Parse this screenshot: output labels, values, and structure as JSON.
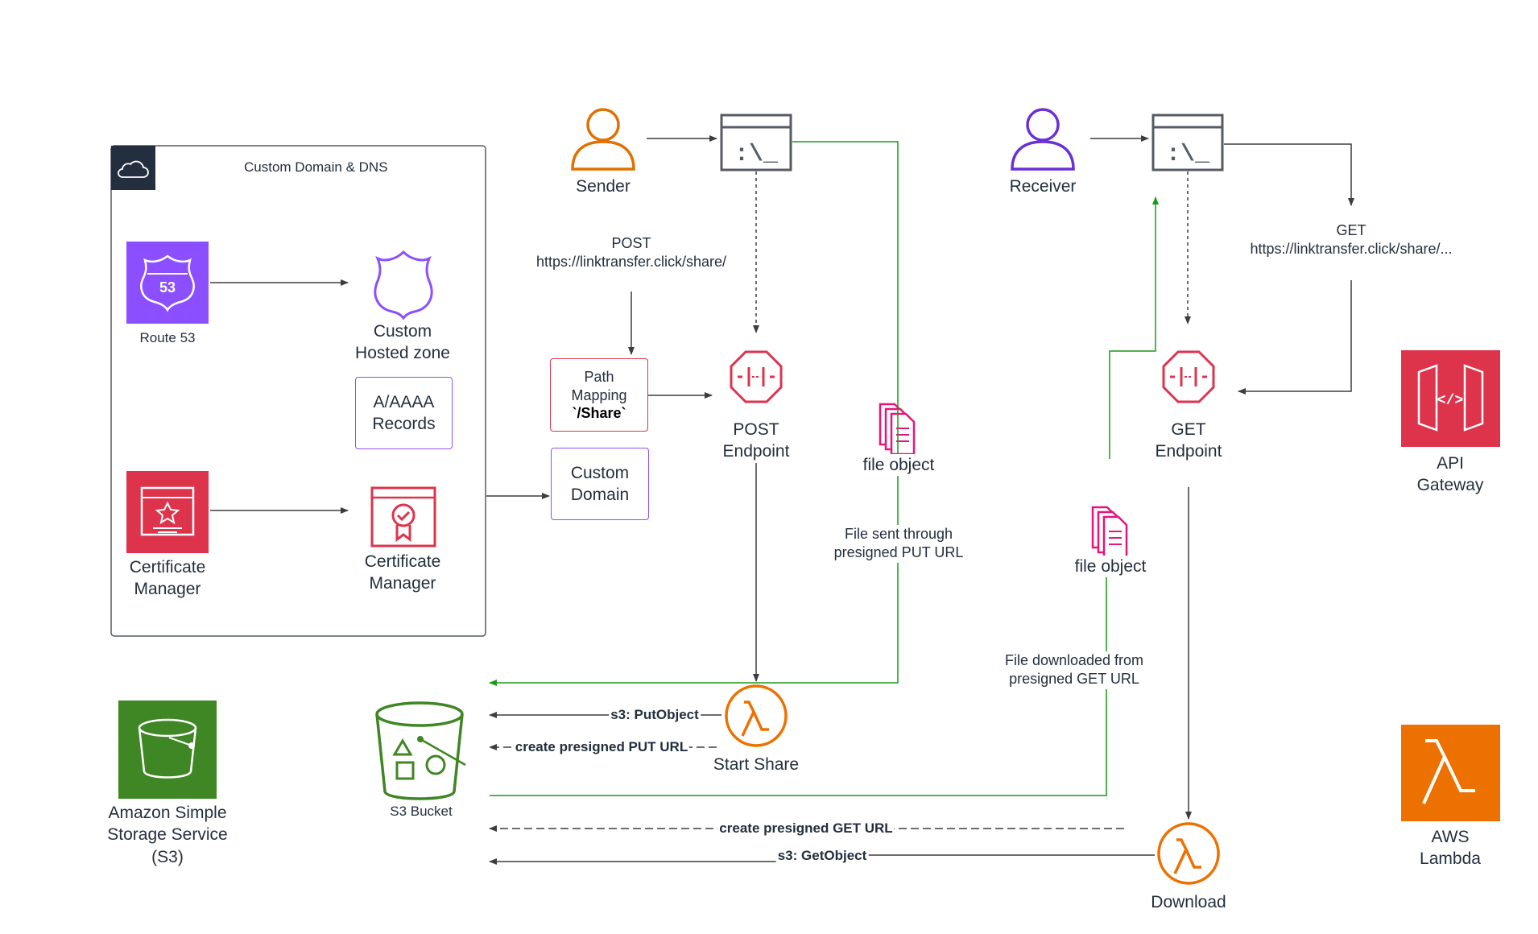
{
  "group": {
    "title": "Custom Domain & DNS"
  },
  "nodes": {
    "route53": "Route 53",
    "hosted_zone": "Custom\nHosted zone",
    "records": "A/AAAA\nRecords",
    "cert_mgr_service": "Certificate\nManager",
    "cert_mgr_resource": "Certificate\nManager",
    "custom_domain": "Custom\nDomain",
    "path_mapping_line1": "Path\nMapping",
    "path_mapping_line2": "`/Share`",
    "sender": "Sender",
    "receiver": "Receiver",
    "post_endpoint": "POST\nEndpoint",
    "get_endpoint": "GET\nEndpoint",
    "api_gateway": "API Gateway",
    "start_share": "Start Share",
    "download": "Download",
    "s3_bucket": "S3 Bucket",
    "s3_service": "Amazon Simple\nStorage Service\n(S3)",
    "aws_lambda": "AWS Lambda",
    "file_object_1": "file object",
    "file_object_2": "file object"
  },
  "edges": {
    "post_request": "POST\nhttps://linktransfer.click/share/",
    "get_request": "GET\nhttps://linktransfer.click/share/...",
    "file_sent": "File sent through\npresigned PUT URL",
    "file_downloaded": "File downloaded from\npresigned GET URL",
    "s3_put": "s3: PutObject",
    "presigned_put": "create presigned PUT URL",
    "presigned_get": "create presigned GET URL",
    "s3_get": "s3: GetObject"
  },
  "colors": {
    "route53": "#8c4fff",
    "cert_manager": "#dd344c",
    "api_gateway": "#e7157b",
    "s3": "#3f8624",
    "lambda": "#ed7100",
    "sender": "#e07000",
    "receiver": "#6b2fd6",
    "green_flow": "#1a9a1a",
    "dark_line": "#3d3d3d"
  }
}
